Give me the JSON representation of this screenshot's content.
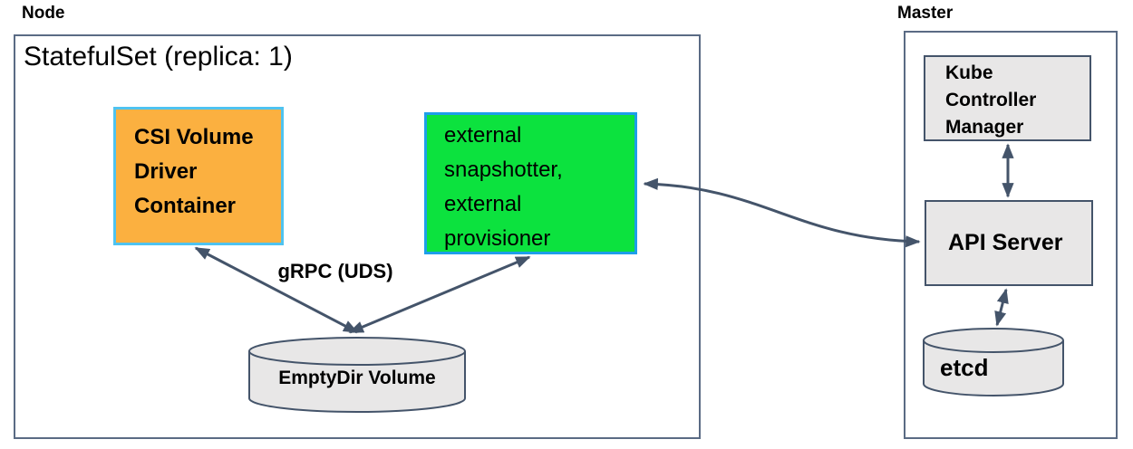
{
  "colors": {
    "arrow": "#44546A",
    "region-border": "#5A6B84",
    "gray-fill": "#E8E7E7",
    "orange-fill": "#FBB040",
    "orange-border": "#4FC3F0",
    "green-fill": "#0CE23E",
    "green-border": "#1D9EE9",
    "text": "#000000"
  },
  "node": {
    "label": "Node",
    "statefulset_title": "StatefulSet (replica: 1)",
    "csi_box_text": "CSI Volume\nDriver\nContainer",
    "external_box_text": "external\nsnapshotter,\nexternal\nprovisioner",
    "grpc_label": "gRPC (UDS)",
    "emptydir_label": "EmptyDir Volume"
  },
  "master": {
    "label": "Master",
    "kcm_text": "Kube\nController\nManager",
    "api_server_text": "API Server",
    "etcd_label": "etcd"
  }
}
